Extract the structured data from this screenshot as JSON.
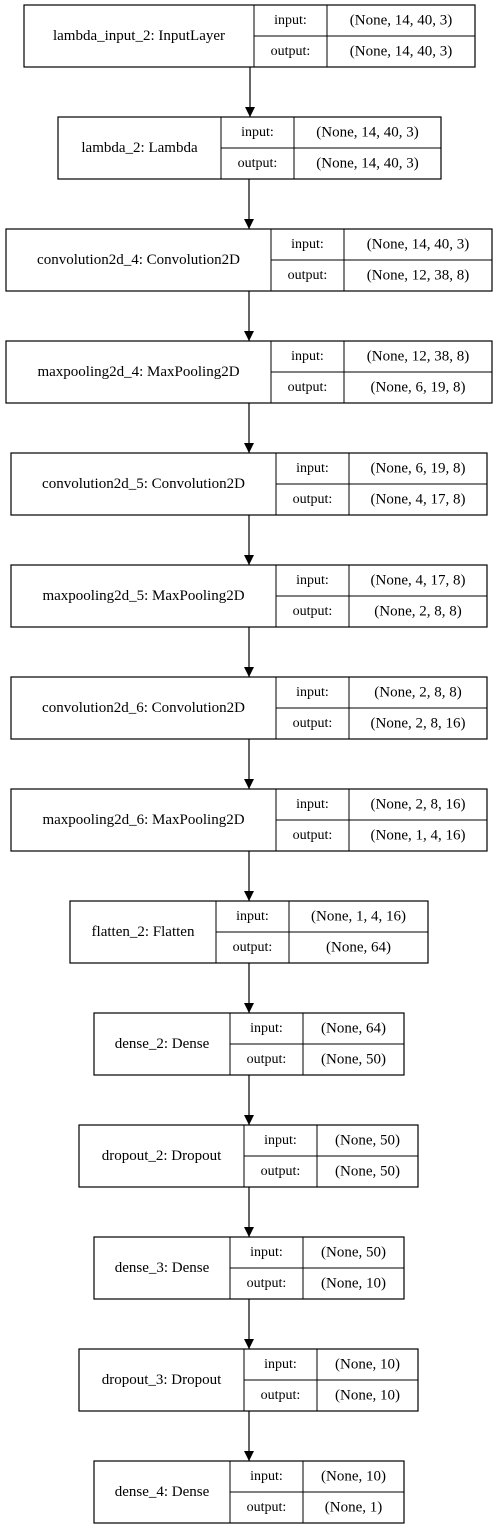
{
  "layers": [
    {
      "name": "lambda_input_2: InputLayer",
      "input_label": "input:",
      "output_label": "output:",
      "input": "(None, 14, 40, 3)",
      "output": "(None, 14, 40, 3)"
    },
    {
      "name": "lambda_2: Lambda",
      "input_label": "input:",
      "output_label": "output:",
      "input": "(None, 14, 40, 3)",
      "output": "(None, 14, 40, 3)"
    },
    {
      "name": "convolution2d_4: Convolution2D",
      "input_label": "input:",
      "output_label": "output:",
      "input": "(None, 14, 40, 3)",
      "output": "(None, 12, 38, 8)"
    },
    {
      "name": "maxpooling2d_4: MaxPooling2D",
      "input_label": "input:",
      "output_label": "output:",
      "input": "(None, 12, 38, 8)",
      "output": "(None, 6, 19, 8)"
    },
    {
      "name": "convolution2d_5: Convolution2D",
      "input_label": "input:",
      "output_label": "output:",
      "input": "(None, 6, 19, 8)",
      "output": "(None, 4, 17, 8)"
    },
    {
      "name": "maxpooling2d_5: MaxPooling2D",
      "input_label": "input:",
      "output_label": "output:",
      "input": "(None, 4, 17, 8)",
      "output": "(None, 2, 8, 8)"
    },
    {
      "name": "convolution2d_6: Convolution2D",
      "input_label": "input:",
      "output_label": "output:",
      "input": "(None, 2, 8, 8)",
      "output": "(None, 2, 8, 16)"
    },
    {
      "name": "maxpooling2d_6: MaxPooling2D",
      "input_label": "input:",
      "output_label": "output:",
      "input": "(None, 2, 8, 16)",
      "output": "(None, 1, 4, 16)"
    },
    {
      "name": "flatten_2: Flatten",
      "input_label": "input:",
      "output_label": "output:",
      "input": "(None, 1, 4, 16)",
      "output": "(None, 64)"
    },
    {
      "name": "dense_2: Dense",
      "input_label": "input:",
      "output_label": "output:",
      "input": "(None, 64)",
      "output": "(None, 50)"
    },
    {
      "name": "dropout_2: Dropout",
      "input_label": "input:",
      "output_label": "output:",
      "input": "(None, 50)",
      "output": "(None, 50)"
    },
    {
      "name": "dense_3: Dense",
      "input_label": "input:",
      "output_label": "output:",
      "input": "(None, 50)",
      "output": "(None, 10)"
    },
    {
      "name": "dropout_3: Dropout",
      "input_label": "input:",
      "output_label": "output:",
      "input": "(None, 10)",
      "output": "(None, 10)"
    },
    {
      "name": "dense_4: Dense",
      "input_label": "input:",
      "output_label": "output:",
      "input": "(None, 10)",
      "output": "(None, 1)"
    }
  ]
}
